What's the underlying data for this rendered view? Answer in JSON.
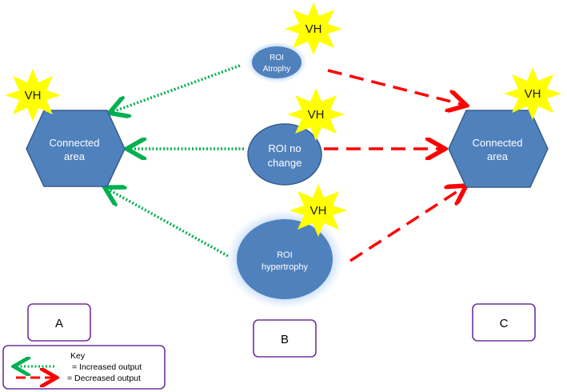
{
  "nodes": {
    "roi_atrophy": {
      "line1": "ROI",
      "line2": "Atrophy"
    },
    "roi_no_change": {
      "line1": "ROI no",
      "line2": "change"
    },
    "roi_hypertrophy": {
      "line1": "ROI",
      "line2": "hypertrophy"
    },
    "connected_left": {
      "line1": "Connected",
      "line2": "area"
    },
    "connected_right": {
      "line1": "Connected",
      "line2": "area"
    }
  },
  "vh_label": "VH",
  "boxes": {
    "a": "A",
    "b": "B",
    "c": "C"
  },
  "key": {
    "title": "Key",
    "increased": "= Increased output",
    "decreased": "= Decreased output"
  },
  "colors": {
    "node_fill": "#4f81bd",
    "node_stroke": "#385d8a",
    "star_fill": "#ffff00",
    "increased_arrow": "#00b050",
    "decreased_arrow": "#ff0000",
    "box_border": "#7030a0"
  }
}
